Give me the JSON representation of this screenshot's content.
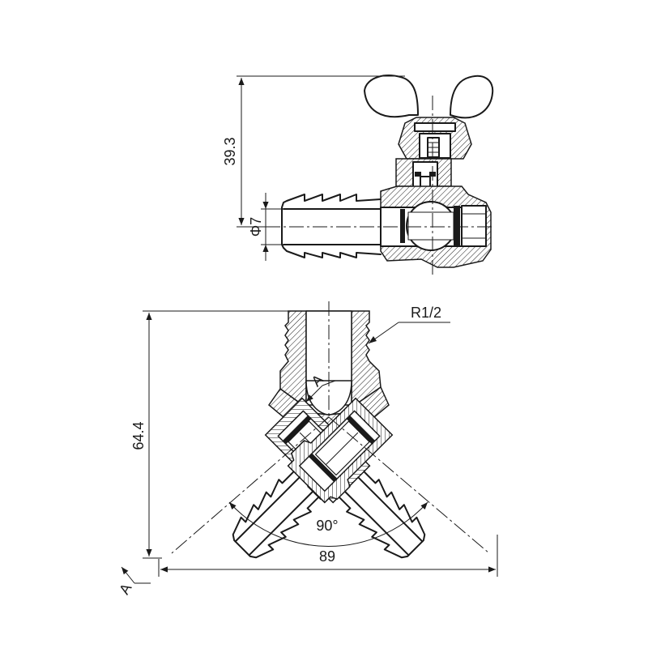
{
  "dimensions": {
    "valve_height": "39.3",
    "bore_diameter": "Φ7",
    "tee_height": "64.4",
    "tee_width": "89",
    "thread": "R1/2",
    "branch_angle": "90°"
  },
  "section_marks": {
    "inner": "A",
    "outer": "A"
  },
  "colors": {
    "line": "#1a1a1a",
    "background": "#ffffff"
  }
}
